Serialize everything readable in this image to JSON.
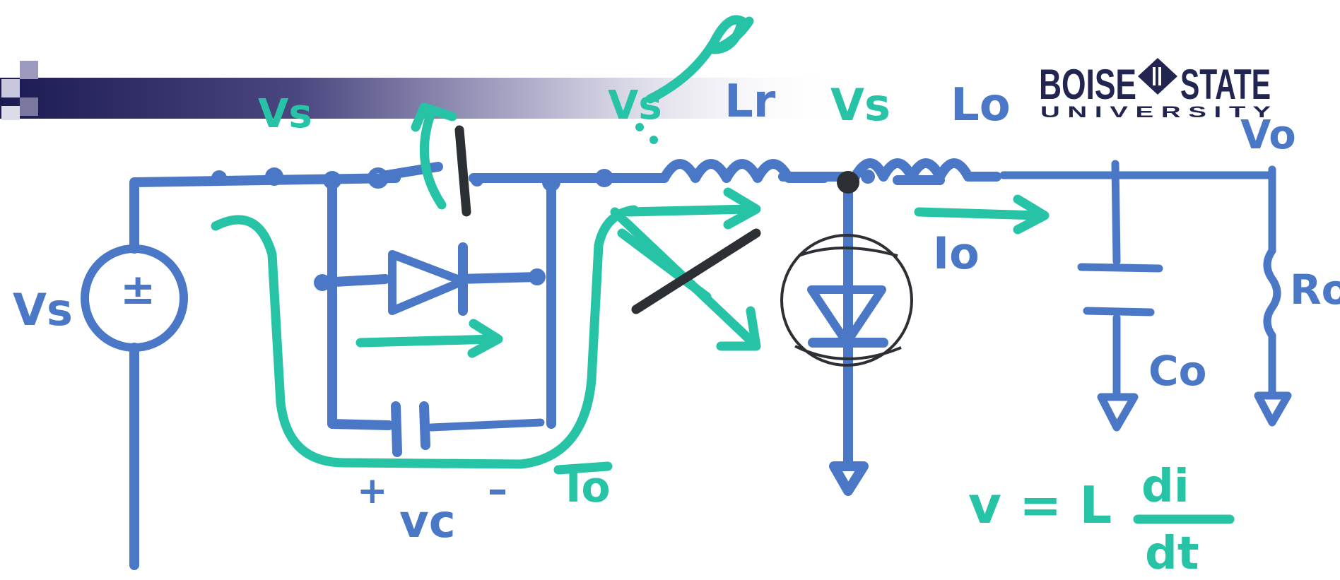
{
  "logo": {
    "word_left": "BOISE",
    "word_right": "STATE",
    "subline": "U N I V E R S I T Y"
  },
  "labels": {
    "source": "Vs",
    "switch_node_left": "Vs",
    "switch_node_right": "Vs",
    "resonant_node": "Vs",
    "resonant_inductor": "Lr",
    "output_inductor": "Lo",
    "output_voltage": "Vo",
    "output_capacitor": "Co",
    "load_resistor": "Ro",
    "output_current": "Io",
    "cap_current": "Io",
    "cap_voltage_plus": "+",
    "cap_voltage": "vc",
    "cap_voltage_minus": "–",
    "equation_lhs": "v = L",
    "equation_num": "di",
    "equation_den": "dt"
  },
  "colors": {
    "banner_dark": "#1c1a52",
    "circuit_blue": "#4a78c6",
    "annotation_teal": "#27c3a6",
    "marker_black": "#2c2f33",
    "logo_navy": "#22254f"
  }
}
